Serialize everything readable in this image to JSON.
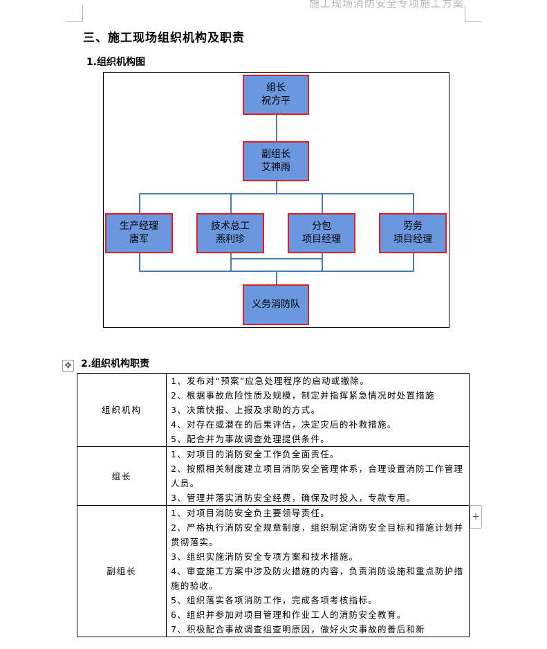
{
  "header": {
    "doc_title": "施工现场消防安全专项施工方案"
  },
  "section": {
    "title": "三、施工现场组织机构及职责"
  },
  "subsections": {
    "org_chart_title": "1.组织机构图",
    "responsibilities_title": "2.组织机构职责"
  },
  "org_chart": {
    "leader": {
      "role": "组长",
      "name": "祝方平"
    },
    "deputy": {
      "role": "副组长",
      "name": "艾神雨"
    },
    "managers": [
      {
        "line1": "生产经理",
        "line2": "唐军"
      },
      {
        "line1": "技术总工",
        "line2": "燕利珍"
      },
      {
        "line1": "分包",
        "line2": "项目经理"
      },
      {
        "line1": "劳务",
        "line2": "项目经理"
      }
    ],
    "fire_team": {
      "label": "义务消防队"
    }
  },
  "responsibilities": [
    {
      "role": "组织机构",
      "duties": [
        "1、发布对“预案”应急处理程序的启动或撤除。",
        "2、根据事故危险性质及规模，制定并指挥紧急情况时处置措施",
        "3、决策快报、上报及求助的方式。",
        "4、对存在或潜在的后果评估，决定灾后的补救措施。",
        "5、配合并为事故调查处理提供条件。"
      ]
    },
    {
      "role": "组长",
      "duties": [
        "1、对项目的消防安全工作负全面责任。",
        "2、按照相关制度建立项目消防安全管理体系，合理设置消防工作管理人员。",
        "3、管理并落实消防安全经费，确保及时投入，专款专用。"
      ]
    },
    {
      "role": "副组长",
      "duties": [
        "1、对项目消防安全负主要领导责任。",
        "2、严格执行消防安全规章制度，组织制定消防安全目标和措施计划并贯彻落实。",
        "3、组织实施消防安全专项方案和技术措施。",
        "4、审查施工方案中涉及防火措施的内容，负责消防设施和重点防护措施的验收。",
        "5、组织落实各项消防工作，完成各项考核指标。",
        "6、组织并参加对项目管理和作业工人的消防安全教育。",
        "7、积极配合事故调查组查明原因，做好火灾事故的善后和新"
      ]
    }
  ],
  "controls": {
    "table_move_icon": "move-arrows-icon",
    "add_column_icon": "plus-icon"
  },
  "colors": {
    "node_fill": "#6b97de",
    "node_border": "#e02020",
    "connector": "#4a7cc4"
  }
}
